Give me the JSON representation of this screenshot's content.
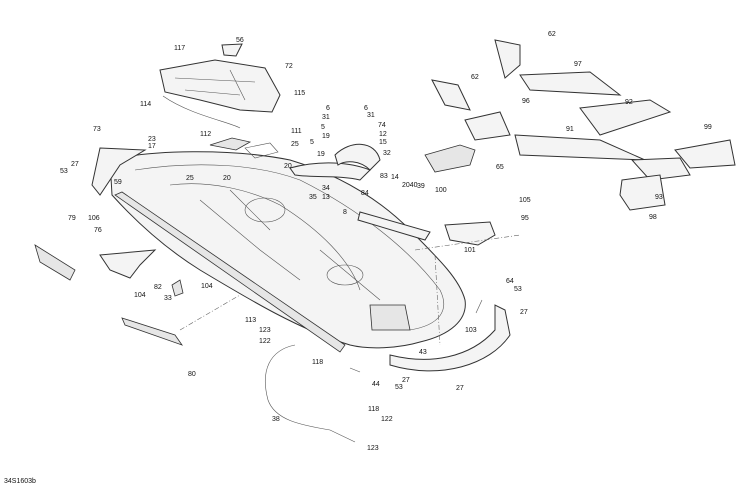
{
  "diagram": {
    "reference_code": "34S1603b",
    "callouts": [
      "56",
      "117",
      "72",
      "115",
      "114",
      "73",
      "112",
      "111",
      "23",
      "17",
      "25",
      "5",
      "19",
      "20",
      "27",
      "53",
      "59",
      "25",
      "20",
      "34",
      "13",
      "35",
      "84",
      "8",
      "6",
      "6",
      "31",
      "31",
      "5",
      "19",
      "74",
      "12",
      "15",
      "32",
      "83",
      "14",
      "2040",
      "39",
      "100",
      "65",
      "105",
      "95",
      "101",
      "62",
      "97",
      "62",
      "96",
      "92",
      "91",
      "99",
      "93",
      "98",
      "79",
      "106",
      "76",
      "104",
      "82",
      "104",
      "33",
      "80",
      "113",
      "123",
      "122",
      "118",
      "38",
      "118",
      "122",
      "123",
      "44",
      "53",
      "27",
      "27",
      "43",
      "103",
      "64",
      "53",
      "27"
    ]
  }
}
